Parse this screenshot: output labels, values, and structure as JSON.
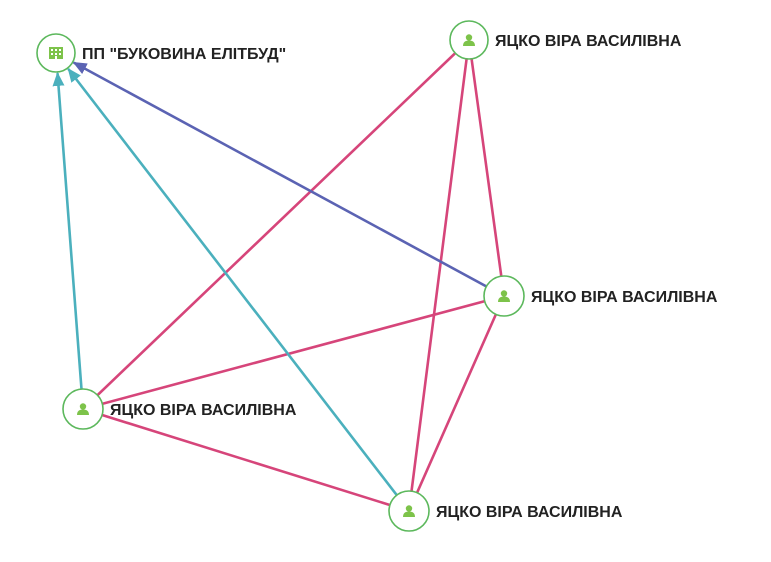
{
  "colors": {
    "node_stroke": "#5cb85c",
    "node_icon": "#7dc34a",
    "relation_family": "#d6457a",
    "relation_founder": "#4bb0bd",
    "relation_head": "#5b63b3"
  },
  "nodes": [
    {
      "id": "company",
      "label": "ПП \"БУКОВИНА ЕЛІТБУД\"",
      "icon": "building-icon"
    },
    {
      "id": "person_1",
      "label": "ЯЦКО ВІРА ВАСИЛІВНА",
      "icon": "person-icon"
    },
    {
      "id": "person_2",
      "label": "ЯЦКО ВІРА ВАСИЛІВНА",
      "icon": "person-icon"
    },
    {
      "id": "person_3",
      "label": "ЯЦКО ВІРА ВАСИЛІВНА",
      "icon": "person-icon"
    },
    {
      "id": "person_4",
      "label": "ЯЦКО ВІРА ВАСИЛІВНА",
      "icon": "person-icon"
    }
  ],
  "edges": [
    {
      "source": "person_1",
      "target": "person_2",
      "kind": "relation_family",
      "arrow": false
    },
    {
      "source": "person_1",
      "target": "person_3",
      "kind": "relation_family",
      "arrow": false
    },
    {
      "source": "person_1",
      "target": "person_4",
      "kind": "relation_family",
      "arrow": false
    },
    {
      "source": "person_2",
      "target": "person_3",
      "kind": "relation_family",
      "arrow": false
    },
    {
      "source": "person_2",
      "target": "person_4",
      "kind": "relation_family",
      "arrow": false
    },
    {
      "source": "person_3",
      "target": "person_4",
      "kind": "relation_family",
      "arrow": false
    },
    {
      "source": "person_2",
      "target": "company",
      "kind": "relation_head",
      "arrow": true
    },
    {
      "source": "person_3",
      "target": "company",
      "kind": "relation_founder",
      "arrow": true
    },
    {
      "source": "person_4",
      "target": "company",
      "kind": "relation_founder",
      "arrow": true
    }
  ]
}
